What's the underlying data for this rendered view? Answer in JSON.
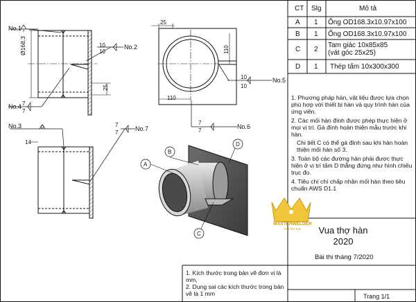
{
  "table": {
    "headers": [
      "CT",
      "Slg",
      "Mô tả"
    ],
    "rows": [
      {
        "ct": "A",
        "qty": "1",
        "desc": "Ống OD168.3x10.97x100"
      },
      {
        "ct": "B",
        "qty": "1",
        "desc": "Ống OD168.3x10.97x100"
      },
      {
        "ct": "C",
        "qty": "2",
        "desc": "Tam giác 10x85x85",
        "desc2": "(vát góc 25x25)"
      },
      {
        "ct": "D",
        "qty": "1",
        "desc": "Thép tấm 10x300x300"
      }
    ]
  },
  "notes": [
    "1. Phương pháp hàn, vật liệu được lựa chọn phù hợp với thiết bị hàn và quy trình hàn của ứng viên.",
    "2. Các mối hàn đính được phép thực hiện ở mọi vị trí. Gá đính hoàn thiện mẫu trước khi hàn.",
    "3. Toàn bộ các đường hàn phải được thực hiện ở vị trí tấm D thẳng đứng như hình chiếu trục đo.",
    "4. Tiêu chí chí chấp nhận mối hàn theo tiêu chuẩn AWS D1.1"
  ],
  "notes_sub": "Chi tiết C có thể gá đính sau khi hàn hoàn thiện mối hàn số 3.",
  "logo": {
    "text": "MASTERWELDER",
    "subtext": "Vua thợ hàn"
  },
  "title_block": {
    "title": "Vua thợ hàn",
    "year": "2020",
    "exam": "Bài thi tháng 7/2020",
    "page": "Trang 1/1"
  },
  "footnotes": [
    "1. Kích thước trong bản vẽ đơn vị là mm,",
    "2. Dung sai các kích thước trong bản vẽ là 1 mm"
  ],
  "labels": {
    "no1": "No.1",
    "no2": "No.2",
    "no3": "No.3",
    "no4": "No.4",
    "no5": "No.5",
    "no6": "No.6",
    "no7": "No.7"
  },
  "dims": {
    "diameter": "Ø168,3",
    "weld2_top": "10",
    "weld2_bottom": "10",
    "d25": "25",
    "d25b": "25",
    "d110v": "110",
    "d110h": "110",
    "w5t": "10",
    "w5b": "10",
    "w6t": "7",
    "w6b": "7",
    "w7t": "7",
    "w7b": "7",
    "w4t": "7",
    "w4b": "7",
    "d14": "14"
  },
  "iso": {
    "a": "A",
    "b": "B",
    "c": "C",
    "d": "D"
  }
}
